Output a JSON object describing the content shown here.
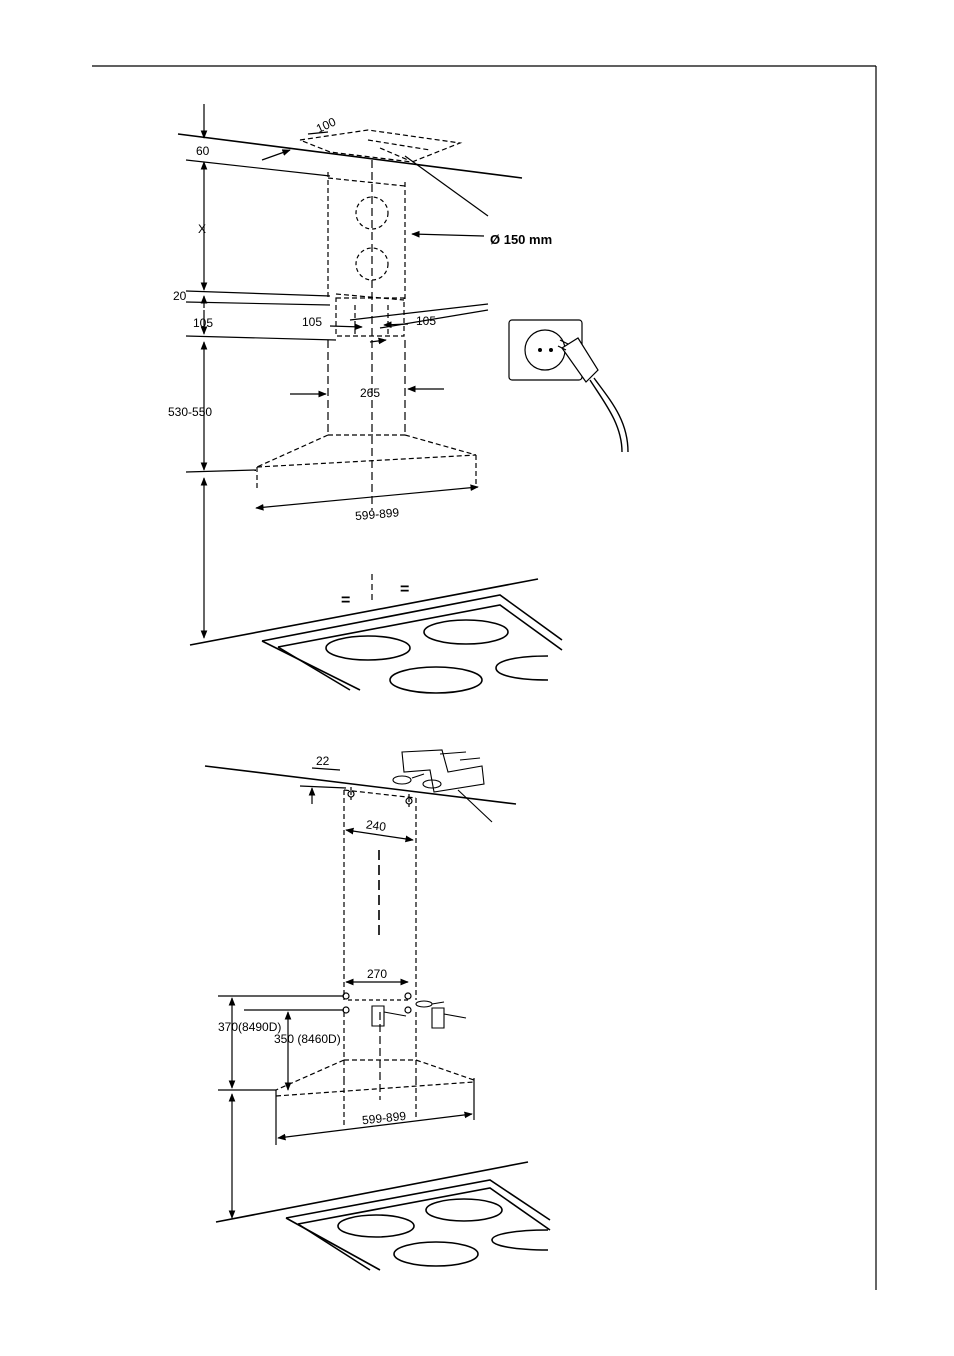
{
  "top_diagram": {
    "labels": {
      "offset_100": "100",
      "offset_60": "60",
      "height_x": "X",
      "duct_diameter": "Ø 150 mm",
      "gap_20": "20",
      "left_105": "105",
      "mid_105a": "105",
      "mid_105b": "105",
      "chimney_width": "265",
      "height_range": "530-550",
      "hood_width": "599-899",
      "equal_left": "=",
      "equal_right": "="
    }
  },
  "bottom_diagram": {
    "labels": {
      "offset_22": "22",
      "bracket_width_240": "240",
      "bracket_width_270": "270",
      "height_370": "370(8490D)",
      "height_350": "350 (8460D)",
      "hood_width": "599-899"
    }
  }
}
